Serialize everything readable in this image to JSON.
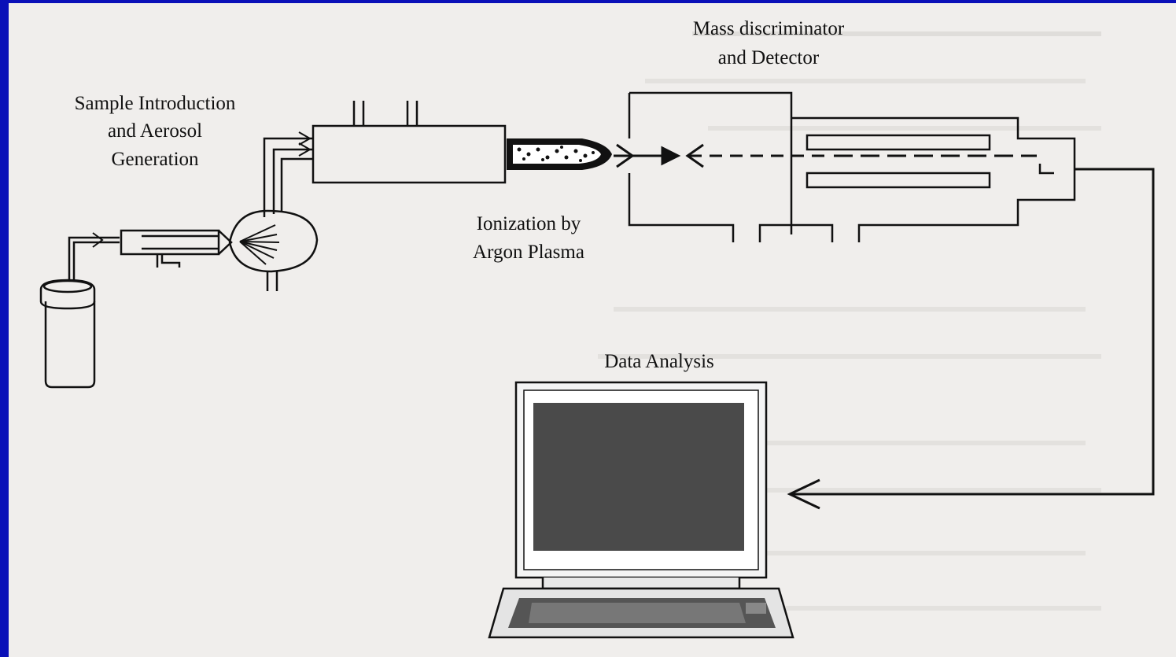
{
  "diagram": {
    "labels": {
      "sample_line1": "Sample Introduction",
      "sample_line2": "and Aerosol",
      "sample_line3": "Generation",
      "mass_line1": "Mass discriminator",
      "mass_line2": "and Detector",
      "ion_line1": "Ionization by",
      "ion_line2": "Argon Plasma",
      "data": "Data Analysis"
    }
  },
  "colors": {
    "frame": "#0a10b8",
    "page": "#f0eeec",
    "ink": "#111111",
    "screen": "#4a4a4a",
    "ghost_text": "#c9c7c4"
  }
}
